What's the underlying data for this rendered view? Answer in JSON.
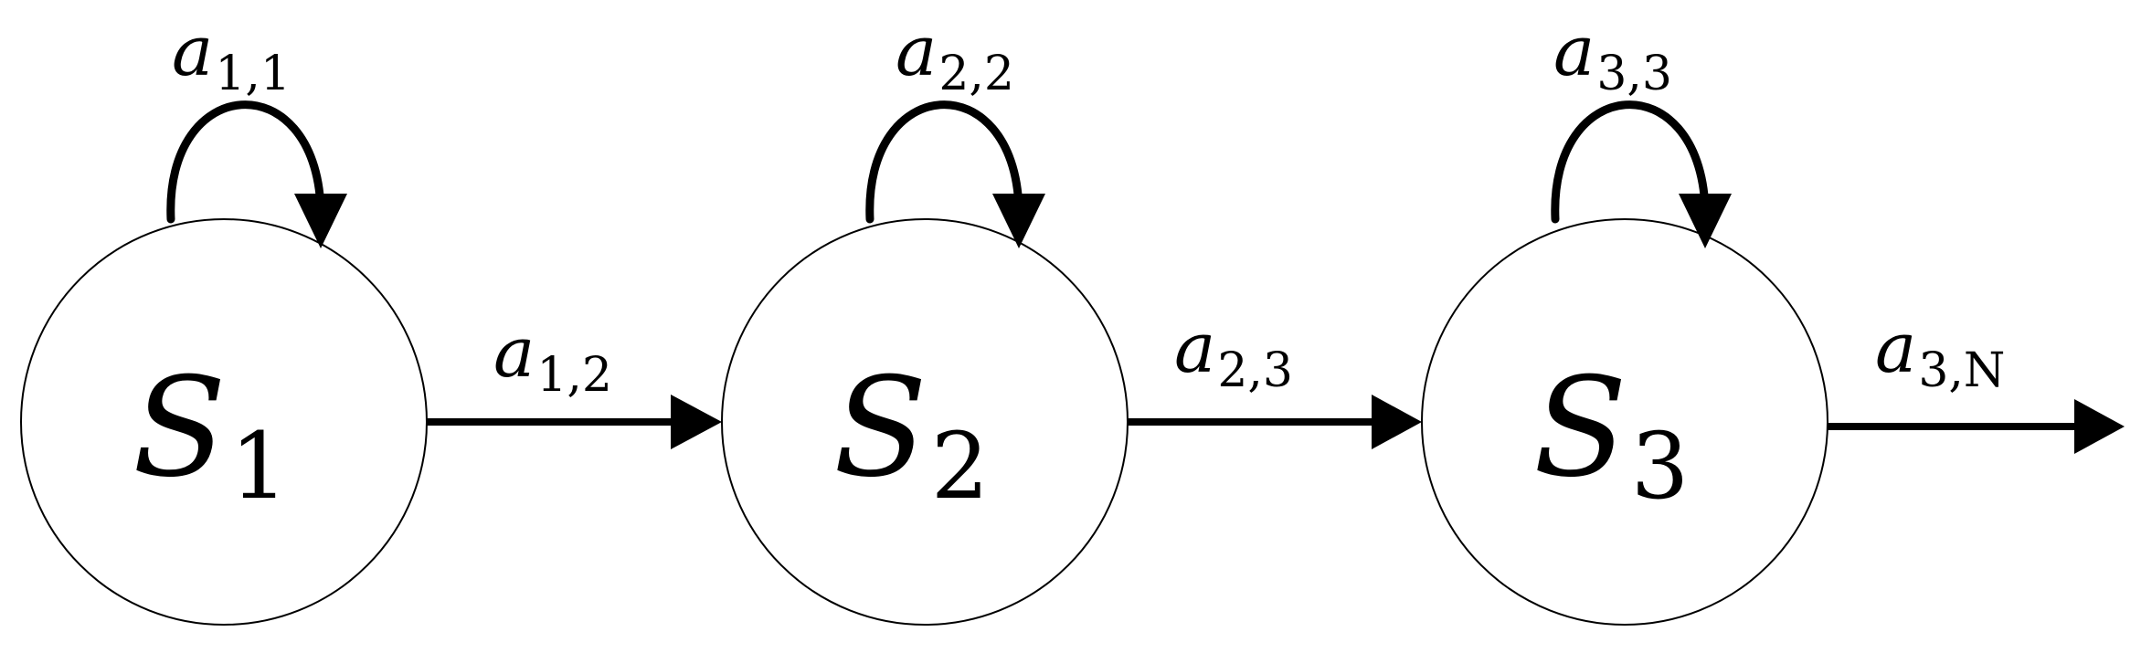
{
  "diagram": {
    "states": [
      {
        "letter": "S",
        "index": "1"
      },
      {
        "letter": "S",
        "index": "2"
      },
      {
        "letter": "S",
        "index": "3"
      }
    ],
    "self_loops": [
      {
        "symbol": "a",
        "subscript": "1,1"
      },
      {
        "symbol": "a",
        "subscript": "2,2"
      },
      {
        "symbol": "a",
        "subscript": "3,3"
      }
    ],
    "transitions": [
      {
        "symbol": "a",
        "subscript": "1,2"
      },
      {
        "symbol": "a",
        "subscript": "2,3"
      },
      {
        "symbol": "a",
        "subscript": "3,N"
      }
    ],
    "colors": {
      "stroke": "#000000",
      "background": "#ffffff"
    }
  }
}
